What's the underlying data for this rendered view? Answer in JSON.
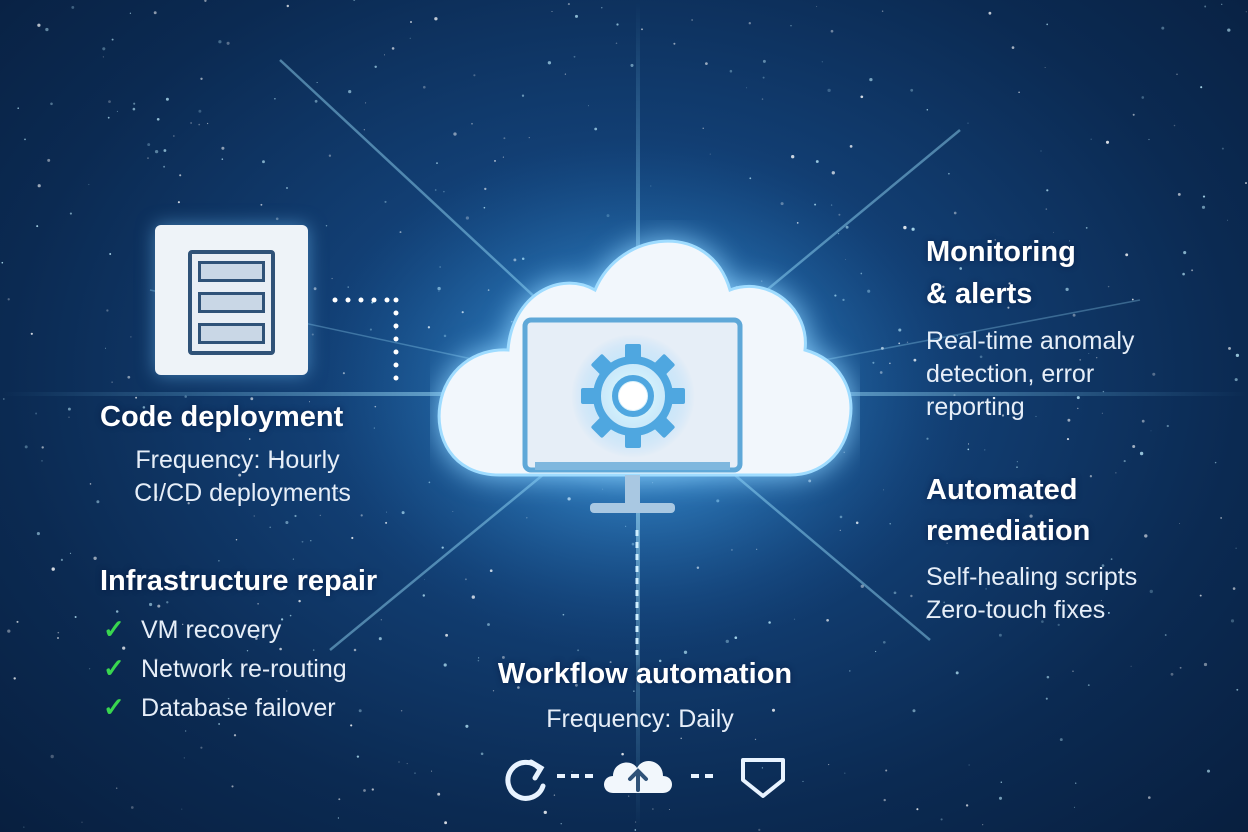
{
  "code_deployment": {
    "title": "Code deployment",
    "lines": [
      "Frequency: Hourly",
      "CI/CD deployments"
    ],
    "icon": "server-rack-icon"
  },
  "infrastructure_repair": {
    "title": "Infrastructure repair",
    "items": [
      "VM recovery",
      "Network re-routing",
      "Database failover"
    ],
    "check_icon": "check-icon"
  },
  "workflow_automation": {
    "title": "Workflow automation",
    "line": "Frequency: Daily",
    "icons": [
      "refresh-icon",
      "cloud-upload-icon",
      "shield-icon"
    ]
  },
  "monitoring": {
    "title_line1": "Monitoring",
    "title_line2": "& alerts",
    "lines": [
      "Real-time anomaly",
      "detection, error",
      "reporting"
    ]
  },
  "remediation": {
    "title_line1": "Automated",
    "title_line2": "remediation",
    "lines": [
      "Self-healing scripts",
      "Zero-touch fixes"
    ]
  },
  "center_icon": "cloud-gear-monitor-icon",
  "colors": {
    "background": "#0b2a52",
    "glow": "#7fd8ff",
    "check": "#39d64f",
    "panel": "#eef3f8",
    "dark_icon": "#2f5278"
  }
}
